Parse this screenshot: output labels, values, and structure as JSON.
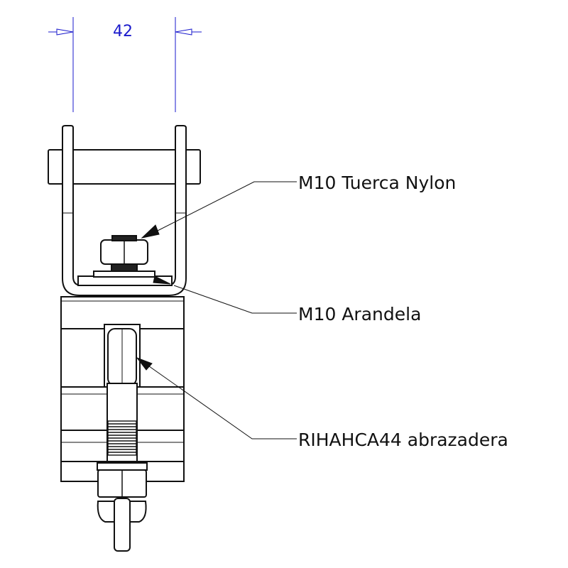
{
  "dimension": {
    "value": "42",
    "color": "#1a1acc"
  },
  "callouts": [
    {
      "label": "M10 Tuerca Nylon"
    },
    {
      "label": "M10 Arandela"
    },
    {
      "label": "RIHAHCA44 abrazadera"
    }
  ]
}
